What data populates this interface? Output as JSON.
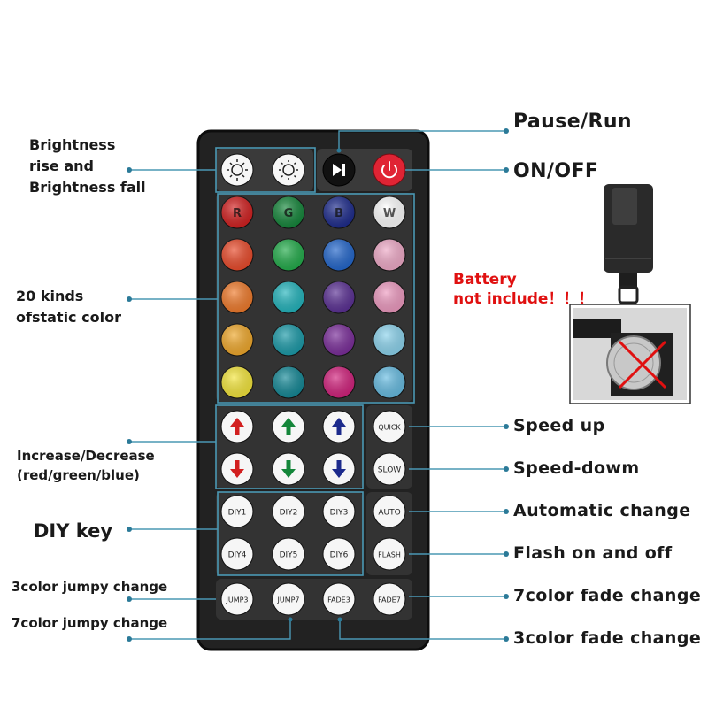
{
  "remote": {
    "top_left_icons": [
      "brightness-up-icon",
      "brightness-down-icon"
    ],
    "top_right_icons": [
      "play-pause-icon",
      "power-icon"
    ],
    "color_keys": [
      {
        "label": "R",
        "color": "#d21f1f"
      },
      {
        "label": "G",
        "color": "#14863a"
      },
      {
        "label": "B",
        "color": "#1c2a8c"
      },
      {
        "label": "W",
        "color": "#ffffff"
      },
      {
        "label": "",
        "color": "#ea4a2a"
      },
      {
        "label": "",
        "color": "#22ac4a"
      },
      {
        "label": "",
        "color": "#2266cc"
      },
      {
        "label": "",
        "color": "#f0aac8"
      },
      {
        "label": "",
        "color": "#f07a2a"
      },
      {
        "label": "",
        "color": "#22b4bc"
      },
      {
        "label": "",
        "color": "#5a2f94"
      },
      {
        "label": "",
        "color": "#ee9ac0"
      },
      {
        "label": "",
        "color": "#f0a82a"
      },
      {
        "label": "",
        "color": "#1a9aa8"
      },
      {
        "label": "",
        "color": "#7a2c9a"
      },
      {
        "label": "",
        "color": "#8cd4ee"
      },
      {
        "label": "",
        "color": "#f4e63a"
      },
      {
        "label": "",
        "color": "#138896"
      },
      {
        "label": "",
        "color": "#d2207c"
      },
      {
        "label": "",
        "color": "#66bce2"
      }
    ],
    "arrow_keys": [
      {
        "direction": "up",
        "color": "#d21f1f"
      },
      {
        "direction": "up",
        "color": "#14863a"
      },
      {
        "direction": "up",
        "color": "#1c2a8c"
      },
      {
        "direction": "down",
        "color": "#d21f1f"
      },
      {
        "direction": "down",
        "color": "#14863a"
      },
      {
        "direction": "down",
        "color": "#1c2a8c"
      }
    ],
    "speed_keys": [
      "QUICK",
      "SLOW"
    ],
    "diy_keys": [
      "DIY1",
      "DIY2",
      "DIY3",
      "DIY4",
      "DIY5",
      "DIY6"
    ],
    "mode_keys": [
      "AUTO",
      "FLASH"
    ],
    "bottom_keys": [
      "JUMP3",
      "JUMP7",
      "FADE3",
      "FADE7"
    ]
  },
  "labels": {
    "brightness_1": "Brightness",
    "brightness_2": "rise and",
    "brightness_3": "Brightness fall",
    "static_color_1": "20 kinds",
    "static_color_2": "ofstatic color",
    "increase_1": "Increase/Decrease",
    "increase_2": "(red/green/blue)",
    "diy": "DIY key",
    "jumpy3": "3color jumpy change",
    "jumpy7": "7color jumpy change",
    "pause_run": "Pause/Run",
    "on_off": "ON/OFF",
    "speed_up": "Speed up",
    "speed_down": "Speed-dowm",
    "auto_change": "Automatic change",
    "flash": "Flash on and off",
    "fade7": "7color fade change",
    "fade3": "3color fade change"
  },
  "battery_note": {
    "line1": "Battery",
    "line2": "not include！！！"
  },
  "colors": {
    "remote_body": "#222222",
    "remote_border": "#0d0d0d",
    "key_face": "#f6f6f6",
    "callout_line": "#4a98b4",
    "dot": "#2b7a98",
    "warning": "#e01010"
  }
}
